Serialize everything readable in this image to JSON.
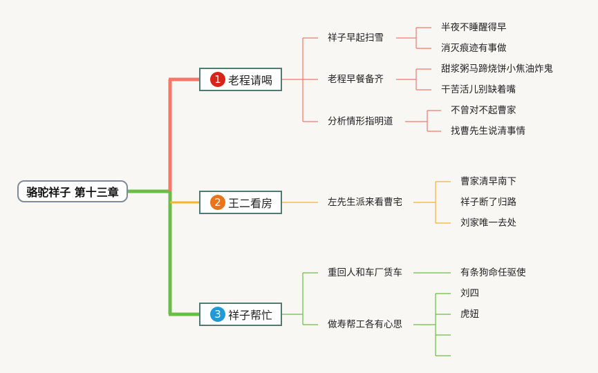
{
  "root": {
    "title": "骆驼祥子 第十三章"
  },
  "colors": {
    "branch1": "#f2786a",
    "branch2": "#f7b32b",
    "branch3": "#6abd45",
    "badge1": "#d7241b",
    "badge2": "#e8741c",
    "badge3": "#1e9ad6"
  },
  "branches": [
    {
      "number": "1",
      "label": "老程请喝",
      "children": [
        {
          "label": "祥子早起扫雪",
          "leaves": [
            "半夜不睡醒得早",
            "消灭痕迹有事做"
          ]
        },
        {
          "label": "老程早餐备齐",
          "leaves": [
            "甜浆粥马蹄烧饼小焦油炸鬼",
            "干苦活儿别缺着嘴"
          ]
        },
        {
          "label": "分析情形指明道",
          "leaves": [
            "不曾对不起曹家",
            "找曹先生说清事情"
          ]
        }
      ]
    },
    {
      "number": "2",
      "label": "王二看房",
      "children": [
        {
          "label": "左先生派来看曹宅",
          "leaves": [
            "曹家清早南下",
            "祥子断了归路",
            "刘家唯一去处"
          ]
        }
      ]
    },
    {
      "number": "3",
      "label": "祥子帮忙",
      "children": [
        {
          "label": "重回人和车厂赁车",
          "leaves": [
            "有条狗命任驱使"
          ]
        },
        {
          "label": "做寿帮工各有心思",
          "leaves": [
            "刘四",
            "虎妞",
            "",
            ""
          ]
        }
      ]
    }
  ]
}
